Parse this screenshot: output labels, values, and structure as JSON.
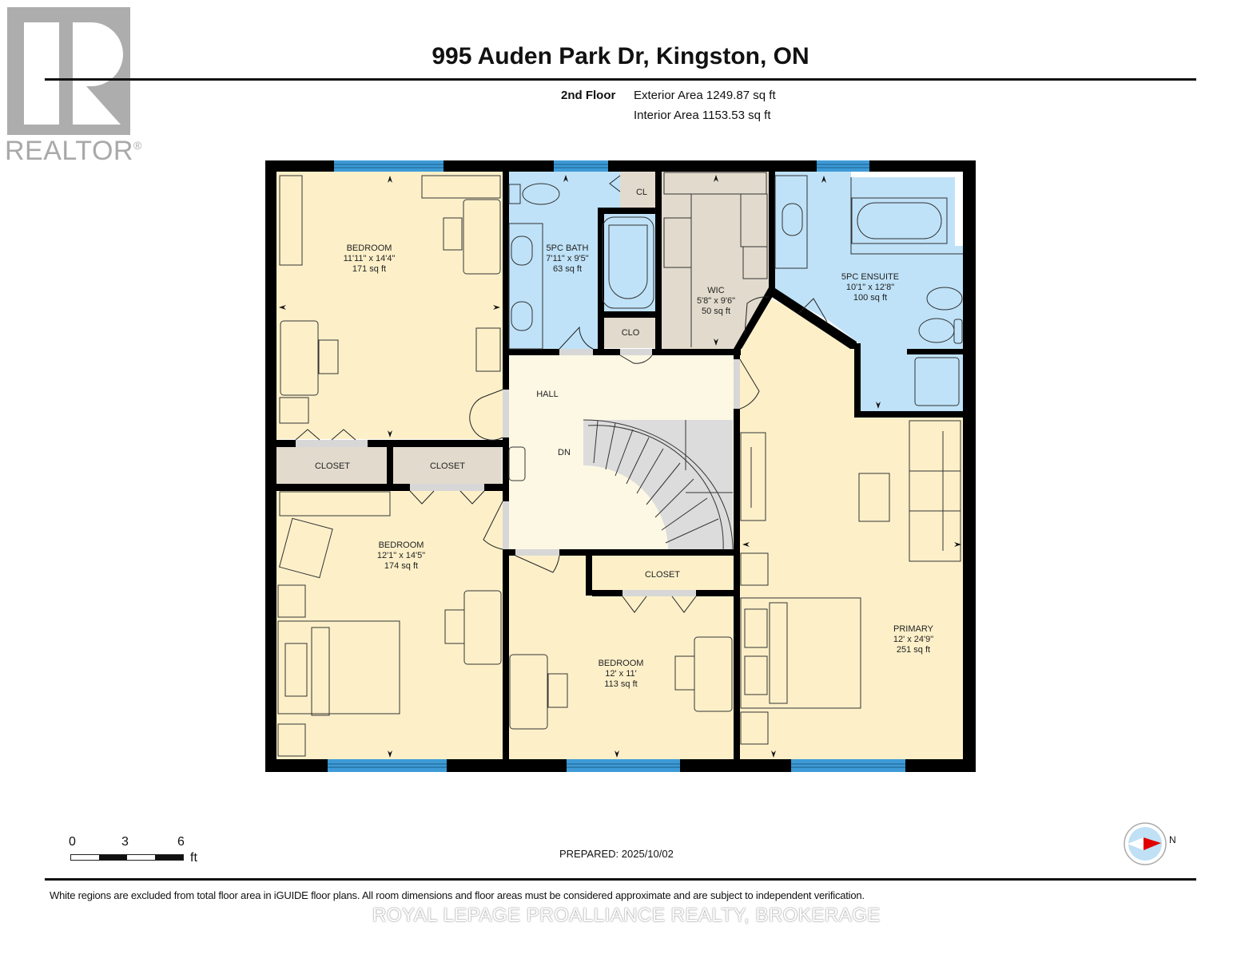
{
  "logo": {
    "name": "REALTOR",
    "mark": "®",
    "icon": "realtor-r-logo"
  },
  "header": {
    "title": "995 Auden Park Dr, Kingston, ON",
    "floor": "2nd Floor",
    "exterior_area": "Exterior Area 1249.87 sq ft",
    "interior_area": "Interior Area 1153.53 sq ft"
  },
  "rooms": [
    {
      "name": "BEDROOM",
      "dims": "11'11\" x 14'4\"",
      "area": "171 sq ft"
    },
    {
      "name": "5PC BATH",
      "dims": "7'11\" x 9'5\"",
      "area": "63 sq ft"
    },
    {
      "name": "WIC",
      "dims": "5'8\" x 9'6\"",
      "area": "50 sq ft"
    },
    {
      "name": "5PC ENSUITE",
      "dims": "10'1\" x 12'8\"",
      "area": "100 sq ft"
    },
    {
      "name": "BEDROOM",
      "dims": "12'1\" x 14'5\"",
      "area": "174 sq ft"
    },
    {
      "name": "BEDROOM",
      "dims": "12' x 11'",
      "area": "113 sq ft"
    },
    {
      "name": "PRIMARY",
      "dims": "12' x 24'9\"",
      "area": "251 sq ft"
    }
  ],
  "labels": {
    "cl": "CL",
    "clo": "CLO",
    "hall": "HALL",
    "dn": "DN",
    "closet1": "CLOSET",
    "closet2": "CLOSET",
    "closet3": "CLOSET"
  },
  "colors": {
    "bedroom": "#fdf0c9",
    "bath": "#bfe2f8",
    "closet": "#e2dbcd",
    "hall": "#fdf8e4",
    "stairs": "#dcdcdc",
    "window": "#3d9ad6",
    "wall": "#000000"
  },
  "scale": {
    "ticks": [
      "0",
      "3",
      "6"
    ],
    "unit": "ft"
  },
  "prepared": "PREPARED: 2025/10/02",
  "compass": {
    "label": "N",
    "icon": "north-compass"
  },
  "disclaimer": "White regions are excluded from total floor area in iGUIDE floor plans. All room dimensions and floor areas must be considered approximate and are subject to independent verification.",
  "watermark": "ROYAL LEPAGE PROALLIANCE REALTY, BROKERAGE"
}
